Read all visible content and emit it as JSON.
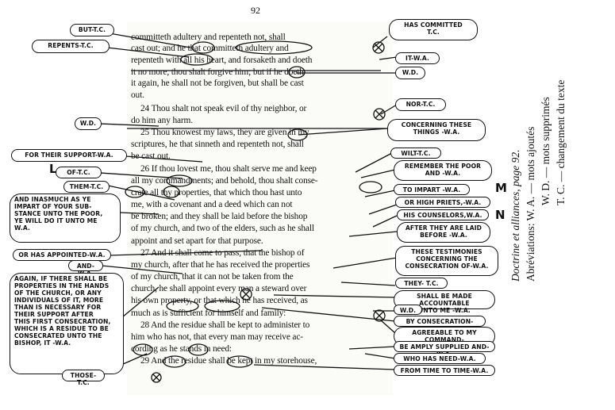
{
  "page_number": "92",
  "scripture_lines": [
    "committeth adultery and repenteth not, shall",
    "cast out; and he that committeth adultery and",
    "repenteth with all his heart, and forsaketh and doeth",
    "it no more, thou shalt forgive him; but if he doeth",
    "it again, he shall not be forgiven, but shall be cast",
    "out.",
    "24 Thou shalt not speak evil of thy neighbor, or",
    "do him any harm.",
    "25 Thou knowest my laws, they are given in my",
    "scriptures, he that sinneth and repenteth not, shall",
    "be cast out.",
    "26 If thou lovest me, thou shalt serve me and keep",
    "all my commandments; and behold, thou shalt conse-",
    "crate all thy properties, that which thou hast unto",
    "me, with a covenant and a deed which can not",
    "be broken; and they shall be laid before the bishop",
    "of my church, and two of the elders, such as he shall",
    "appoint and set apart for that purpose.",
    "27 And it shall come to pass, that the bishop of",
    "my church, after that he has received the properties",
    "of my church, that it can not be taken from the",
    "church, he shall appoint every man a steward over",
    "his own property, or that which he has received, as",
    "much as is sufficient for himself and family:",
    "28 And the residue shall be kept to administer to",
    "him who has not, that every man may receive ac-",
    "cording as he stands in need:",
    "29 And the residue shall be kept in my storehouse,"
  ],
  "annotations": {
    "but_tc": "BUT-T.C.",
    "repents_tc": "REPENTS-T.C.",
    "has_committed": "HAS COMMITTED\nT.C.",
    "it_wa": "IT-W.A.",
    "wd_1": "W.D.",
    "nor_tc": "NOR-T.C.",
    "wd_2": "W.D.",
    "concerning_things": "CONCERNING THESE\nTHINGS -W.A.",
    "for_their_support": "FOR THEIR SUPPORT-W.A.",
    "wilt_tc": "WILT-T.C.",
    "of_tc": "OF-T.C.",
    "remember_poor": "REMEMBER THE POOR\nAND -W.A.",
    "them_tc": "THEM-T.C.",
    "to_impart": "TO IMPART -W.A.",
    "inasmuch": "AND INASMUCH AS YE\nIMPART OF YOUR SUB-\nSTANCE UNTO THE POOR,\nYE WILL DO IT UNTO ME\nW.A.",
    "high_priests": "OR HIGH PRIETS,-W.A.",
    "his_counselors": "HIS COUNSELORS,W.A.",
    "after_laid": "AFTER THEY ARE LAID\nBEFORE -W.A.",
    "has_appointed": "OR HAS APPOINTED-W.A.",
    "testimonies": "THESE TESTIMONIES\nCONCERNING THE\nCONSECRATION OF-W.A.",
    "and_wa": "AND-W.A.",
    "they_tc": "THEY- T.C.",
    "again_if": "AGAIN, IF THERE SHALL BE\nPROPERTIES IN THE HANDS\nOF THE CHURCH, OR ANY\nINDIVIDUALS OF IT, MORE\nTHAN IS NECESSARY FOR\nTHEIR SUPPORT AFTER\nTHIS FIRST CONSECRATION,\nWHICH IS A RESIDUE TO BE\nCONSECRATED UNTO THE\nBISHOP, IT -W.A.",
    "accountable": "SHALL BE MADE ACCOUNTABLE\nUNTO ME -W.A.",
    "wd_3": "W.D.",
    "by_consecration": "BY CONSECRATION-W.A.",
    "agreeable": "AGREEABLE TO MY COMMAND-\nMENTS -T.C.",
    "amply": "BE AMPLY SUPPLIED AND-W.A.",
    "who_has_need": "WHO HAS NEED-W.A.",
    "time_to_time": "FROM TIME TO TIME-W.A.",
    "those_tc": "THOSE-T.C."
  },
  "margin_letters": {
    "l": "L",
    "m": "M",
    "n": "N"
  },
  "abbreviations": {
    "title": "Doctrine et alliances, page 92.",
    "wa": "Abréviations: W. A. — mots ajoutés",
    "wd": "W. D. — mots supprimés",
    "tc": "T. C. — changement du texte"
  }
}
